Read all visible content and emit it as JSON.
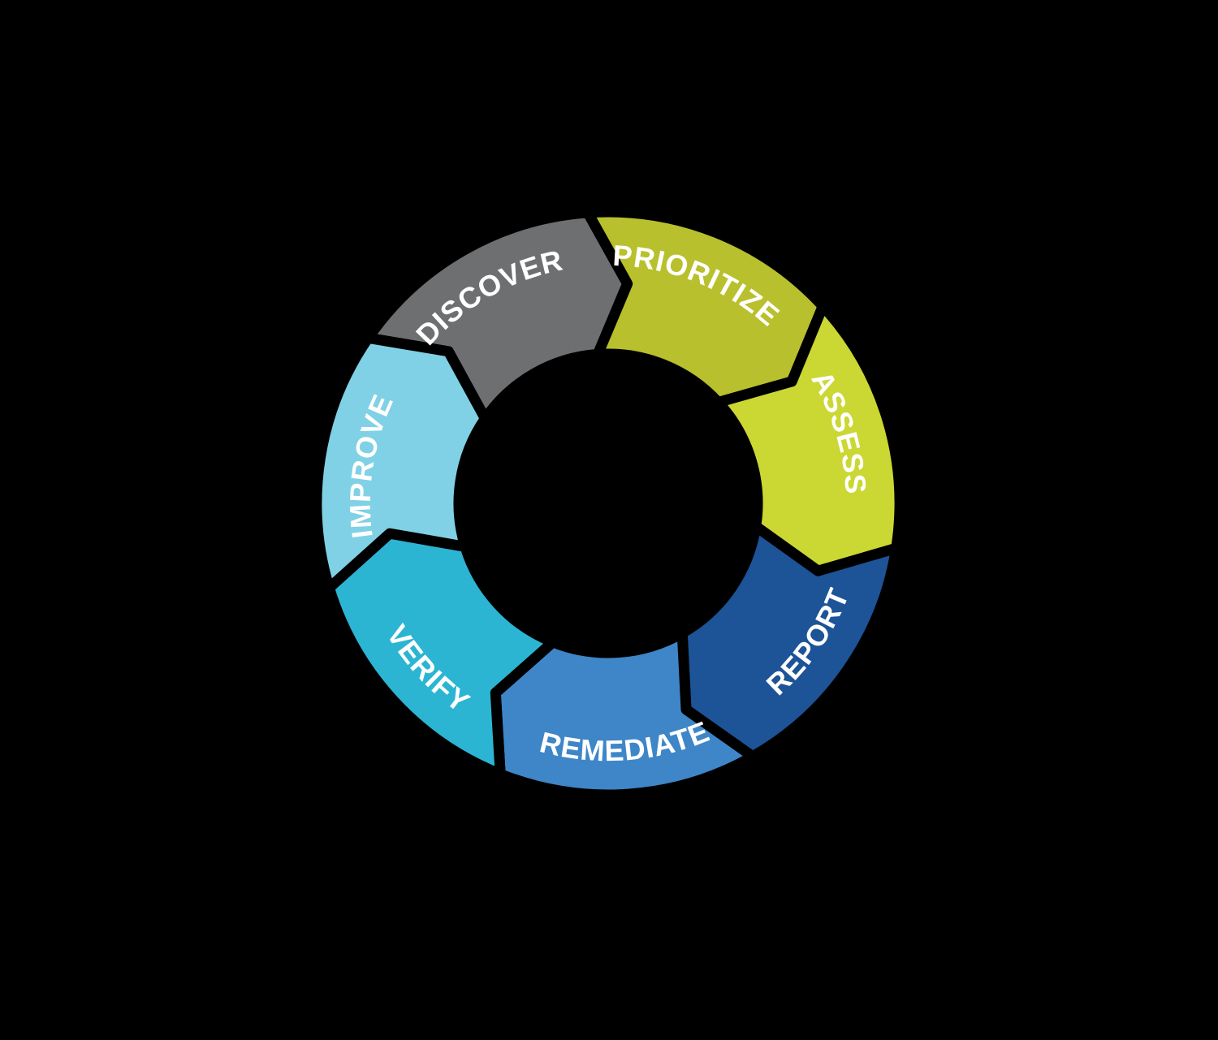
{
  "background_color": "#000000",
  "diagram": {
    "type": "cycle",
    "flow_direction": "clockwise",
    "gap_color": "#000000",
    "label_color": "#ffffff",
    "segments": [
      {
        "id": "discover",
        "label": "DISCOVER",
        "color": "#6e6f71"
      },
      {
        "id": "prioritize",
        "label": "PRIORITIZE",
        "color": "#b9c02d"
      },
      {
        "id": "assess",
        "label": "ASSESS",
        "color": "#cbd733"
      },
      {
        "id": "report",
        "label": "REPORT",
        "color": "#1d5397"
      },
      {
        "id": "remediate",
        "label": "REMEDIATE",
        "color": "#3e86c8"
      },
      {
        "id": "verify",
        "label": "VERIFY",
        "color": "#2cb5d3"
      },
      {
        "id": "improve",
        "label": "IMPROVE",
        "color": "#80d1e5"
      }
    ]
  }
}
